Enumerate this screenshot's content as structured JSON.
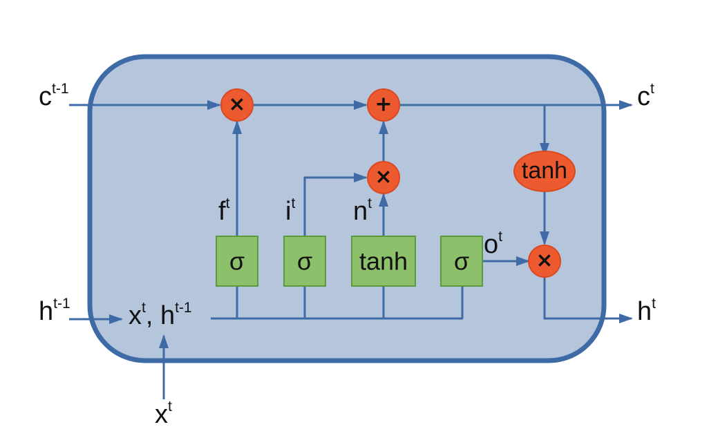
{
  "colors": {
    "cell_fill": "#b4c5dc",
    "cell_border": "#3e6aa6",
    "line": "#3e6aa6",
    "gate_fill": "#8dc06b",
    "gate_border": "#5c9a3e",
    "op_fill": "#ee5a30",
    "op_border": "#d94a22"
  },
  "inputs": {
    "c_prev": {
      "base": "c",
      "sup": "t-1"
    },
    "h_prev": {
      "base": "h",
      "sup": "t-1"
    },
    "x_t": {
      "base": "x",
      "sup": "t"
    },
    "concat": {
      "x_base": "x",
      "x_sup": "t",
      "sep": ", h",
      "h_sup": "t-1"
    }
  },
  "outputs": {
    "c_t": {
      "base": "c",
      "sup": "t"
    },
    "h_t": {
      "base": "h",
      "sup": "t"
    }
  },
  "gates": {
    "forget": {
      "symbol": "σ",
      "label_base": "f",
      "label_sup": "t"
    },
    "input": {
      "symbol": "σ",
      "label_base": "i",
      "label_sup": "t"
    },
    "candidate": {
      "symbol": "tanh",
      "label_base": "n",
      "label_sup": "t"
    },
    "output": {
      "symbol": "σ",
      "label_base": "o",
      "label_sup": "t"
    }
  },
  "ops": {
    "mult_forget": "×",
    "add_cell": "+",
    "mult_input": "×",
    "mult_output": "×",
    "tanh_cell": "tanh"
  }
}
